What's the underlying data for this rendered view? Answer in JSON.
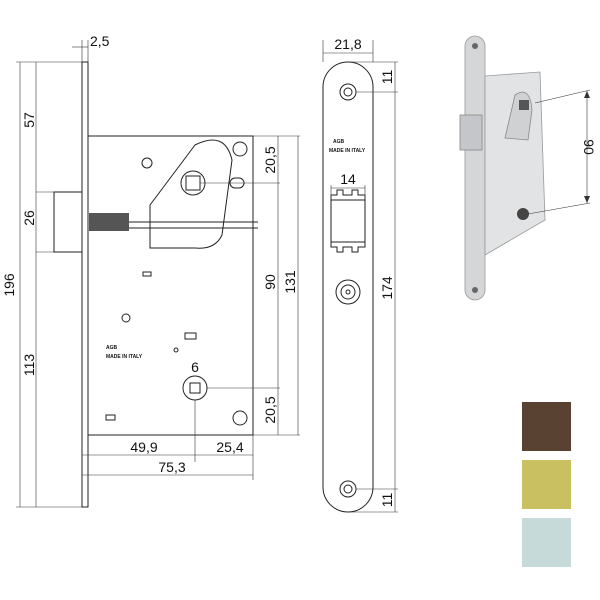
{
  "side_view": {
    "dims": {
      "faceplate_thickness": "2,5",
      "total_height": "196",
      "top_to_latch": "57",
      "latch_height": "26",
      "latch_to_bottom": "113",
      "top_to_handle": "20,5",
      "handle_to_key": "90",
      "body_height": "131",
      "key_to_bottom": "20,5",
      "key_size": "6",
      "backset": "49,9",
      "key_to_edge": "25,4",
      "body_depth": "75,3"
    },
    "logo": "AGB",
    "logo_sub": "MADE IN ITALY"
  },
  "front_view": {
    "dims": {
      "width": "21,8",
      "top_screw": "11",
      "latch_width": "14",
      "screw_spacing": "174",
      "bottom_screw": "11"
    },
    "logo": "AGB",
    "logo_sub": "MADE IN ITALY"
  },
  "photo": {
    "dim": "90"
  },
  "finishes": [
    {
      "color": "#5a4232"
    },
    {
      "color": "#c9c161"
    },
    {
      "color": "#c7dada"
    }
  ]
}
